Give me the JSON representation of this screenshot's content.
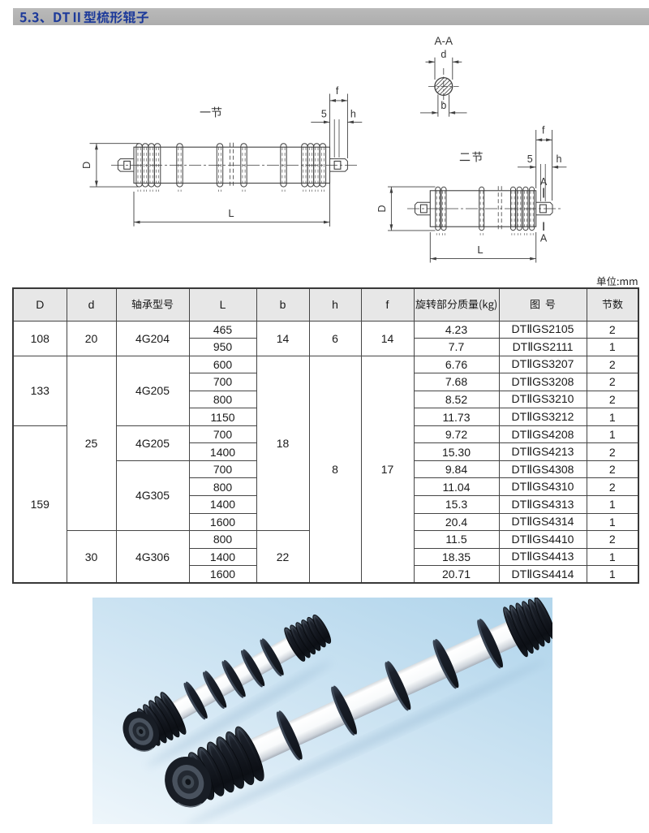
{
  "header": {
    "title": "5.3、DTⅡ型梳形辊子",
    "bar_color": "#b1b1b1",
    "title_color": "#1d3a9a"
  },
  "drawings": {
    "one": {
      "name": "一节",
      "labels": {
        "D": "D",
        "L": "L",
        "f": "f",
        "gap": "5",
        "h": "h"
      }
    },
    "two": {
      "name": "二节",
      "labels": {
        "D": "D",
        "L": "L",
        "f": "f",
        "gap": "5",
        "h": "h",
        "section": "A"
      }
    },
    "section_view": {
      "title": "A-A",
      "labels": {
        "d": "d",
        "b": "b"
      }
    }
  },
  "unit_note": "单位：mm",
  "table": {
    "headers": [
      "D",
      "d",
      "轴承型号",
      "L",
      "b",
      "h",
      "f",
      "旋转部分质量(kg)",
      "图 号",
      "节数"
    ],
    "rows": [
      {
        "cells": [
          {
            "v": "108",
            "rowspan": 2
          },
          {
            "v": "20",
            "rowspan": 2
          },
          {
            "v": "4G204",
            "rowspan": 2
          },
          {
            "v": "465",
            "rowspan": 1
          },
          {
            "v": "14",
            "rowspan": 2
          },
          {
            "v": "6",
            "rowspan": 2
          },
          {
            "v": "14",
            "rowspan": 2
          },
          {
            "v": "4.23",
            "rowspan": 1
          },
          {
            "v": "DTⅡGS2105",
            "rowspan": 1
          },
          {
            "v": "2",
            "rowspan": 1
          }
        ]
      },
      {
        "cells": [
          {
            "v": "950",
            "rowspan": 1
          },
          {
            "v": "7.7",
            "rowspan": 1
          },
          {
            "v": "DTⅡGS2111",
            "rowspan": 1
          },
          {
            "v": "1",
            "rowspan": 1
          }
        ]
      },
      {
        "cells": [
          {
            "v": "133",
            "rowspan": 4
          },
          {
            "v": "25",
            "rowspan": 10
          },
          {
            "v": "4G205",
            "rowspan": 4
          },
          {
            "v": "600",
            "rowspan": 1
          },
          {
            "v": "18",
            "rowspan": 10
          },
          {
            "v": "8",
            "rowspan": 13
          },
          {
            "v": "17",
            "rowspan": 13
          },
          {
            "v": "6.76",
            "rowspan": 1
          },
          {
            "v": "DTⅡGS3207",
            "rowspan": 1
          },
          {
            "v": "2",
            "rowspan": 1
          }
        ]
      },
      {
        "cells": [
          {
            "v": "700",
            "rowspan": 1
          },
          {
            "v": "7.68",
            "rowspan": 1
          },
          {
            "v": "DTⅡGS3208",
            "rowspan": 1
          },
          {
            "v": "2",
            "rowspan": 1
          }
        ]
      },
      {
        "cells": [
          {
            "v": "800",
            "rowspan": 1
          },
          {
            "v": "8.52",
            "rowspan": 1
          },
          {
            "v": "DTⅡGS3210",
            "rowspan": 1
          },
          {
            "v": "2",
            "rowspan": 1
          }
        ]
      },
      {
        "cells": [
          {
            "v": "1150",
            "rowspan": 1
          },
          {
            "v": "11.73",
            "rowspan": 1
          },
          {
            "v": "DTⅡGS3212",
            "rowspan": 1
          },
          {
            "v": "1",
            "rowspan": 1
          }
        ]
      },
      {
        "cells": [
          {
            "v": "159",
            "rowspan": 9
          },
          {
            "v": "4G205",
            "rowspan": 2
          },
          {
            "v": "700",
            "rowspan": 1
          },
          {
            "v": "9.72",
            "rowspan": 1
          },
          {
            "v": "DTⅡGS4208",
            "rowspan": 1
          },
          {
            "v": "1",
            "rowspan": 1
          }
        ]
      },
      {
        "cells": [
          {
            "v": "1400",
            "rowspan": 1
          },
          {
            "v": "15.30",
            "rowspan": 1
          },
          {
            "v": "DTⅡGS4213",
            "rowspan": 1
          },
          {
            "v": "2",
            "rowspan": 1
          }
        ]
      },
      {
        "cells": [
          {
            "v": "4G305",
            "rowspan": 4
          },
          {
            "v": "700",
            "rowspan": 1
          },
          {
            "v": "9.84",
            "rowspan": 1
          },
          {
            "v": "DTⅡGS4308",
            "rowspan": 1
          },
          {
            "v": "2",
            "rowspan": 1
          }
        ]
      },
      {
        "cells": [
          {
            "v": "800",
            "rowspan": 1
          },
          {
            "v": "11.04",
            "rowspan": 1
          },
          {
            "v": "DTⅡGS4310",
            "rowspan": 1
          },
          {
            "v": "2",
            "rowspan": 1
          }
        ]
      },
      {
        "cells": [
          {
            "v": "1400",
            "rowspan": 1
          },
          {
            "v": "15.3",
            "rowspan": 1
          },
          {
            "v": "DTⅡGS4313",
            "rowspan": 1
          },
          {
            "v": "1",
            "rowspan": 1
          }
        ]
      },
      {
        "cells": [
          {
            "v": "1600",
            "rowspan": 1
          },
          {
            "v": "20.4",
            "rowspan": 1
          },
          {
            "v": "DTⅡGS4314",
            "rowspan": 1
          },
          {
            "v": "1",
            "rowspan": 1
          }
        ]
      },
      {
        "cells": [
          {
            "v": "30",
            "rowspan": 3
          },
          {
            "v": "4G306",
            "rowspan": 3
          },
          {
            "v": "800",
            "rowspan": 1
          },
          {
            "v": "22",
            "rowspan": 3
          },
          {
            "v": "11.5",
            "rowspan": 1
          },
          {
            "v": "DTⅡGS4410",
            "rowspan": 1
          },
          {
            "v": "2",
            "rowspan": 1
          }
        ]
      },
      {
        "cells": [
          {
            "v": "1400",
            "rowspan": 1
          },
          {
            "v": "18.35",
            "rowspan": 1
          },
          {
            "v": "DTⅡGS4413",
            "rowspan": 1
          },
          {
            "v": "1",
            "rowspan": 1
          }
        ]
      },
      {
        "cells": [
          {
            "v": "1600",
            "rowspan": 1
          },
          {
            "v": "20.71",
            "rowspan": 1
          },
          {
            "v": "DTⅡGS4414",
            "rowspan": 1
          },
          {
            "v": "1",
            "rowspan": 1
          }
        ]
      }
    ]
  },
  "photo": {
    "alt": "comb-roller-product-photo",
    "background": "#cfe4f2"
  },
  "chart_data": {
    "type": "table",
    "title": "DTⅡ型梳形辊子",
    "columns": [
      "D",
      "d",
      "轴承型号",
      "L",
      "b",
      "h",
      "f",
      "旋转部分质量(kg)",
      "图 号",
      "节数"
    ],
    "rows": [
      [
        "108",
        "20",
        "4G204",
        "465",
        "14",
        "6",
        "14",
        "4.23",
        "DTⅡGS2105",
        "2"
      ],
      [
        "108",
        "20",
        "4G204",
        "950",
        "14",
        "6",
        "14",
        "7.7",
        "DTⅡGS2111",
        "1"
      ],
      [
        "133",
        "25",
        "4G205",
        "600",
        "18",
        "8",
        "17",
        "6.76",
        "DTⅡGS3207",
        "2"
      ],
      [
        "133",
        "25",
        "4G205",
        "700",
        "18",
        "8",
        "17",
        "7.68",
        "DTⅡGS3208",
        "2"
      ],
      [
        "133",
        "25",
        "4G205",
        "800",
        "18",
        "8",
        "17",
        "8.52",
        "DTⅡGS3210",
        "2"
      ],
      [
        "133",
        "25",
        "4G205",
        "1150",
        "18",
        "8",
        "17",
        "11.73",
        "DTⅡGS3212",
        "1"
      ],
      [
        "159",
        "25",
        "4G205",
        "700",
        "18",
        "8",
        "17",
        "9.72",
        "DTⅡGS4208",
        "1"
      ],
      [
        "159",
        "25",
        "4G205",
        "1400",
        "18",
        "8",
        "17",
        "15.30",
        "DTⅡGS4213",
        "2"
      ],
      [
        "159",
        "25",
        "4G305",
        "700",
        "18",
        "8",
        "17",
        "9.84",
        "DTⅡGS4308",
        "2"
      ],
      [
        "159",
        "25",
        "4G305",
        "800",
        "18",
        "8",
        "17",
        "11.04",
        "DTⅡGS4310",
        "2"
      ],
      [
        "159",
        "25",
        "4G305",
        "1400",
        "18",
        "8",
        "17",
        "15.3",
        "DTⅡGS4313",
        "1"
      ],
      [
        "159",
        "25",
        "4G305",
        "1600",
        "18",
        "8",
        "17",
        "20.4",
        "DTⅡGS4314",
        "1"
      ],
      [
        "159",
        "30",
        "4G306",
        "800",
        "22",
        "8",
        "17",
        "11.5",
        "DTⅡGS4410",
        "2"
      ],
      [
        "159",
        "30",
        "4G306",
        "1400",
        "22",
        "8",
        "17",
        "18.35",
        "DTⅡGS4413",
        "1"
      ],
      [
        "159",
        "30",
        "4G306",
        "1600",
        "22",
        "8",
        "17",
        "20.71",
        "DTⅡGS4414",
        "1"
      ]
    ]
  }
}
